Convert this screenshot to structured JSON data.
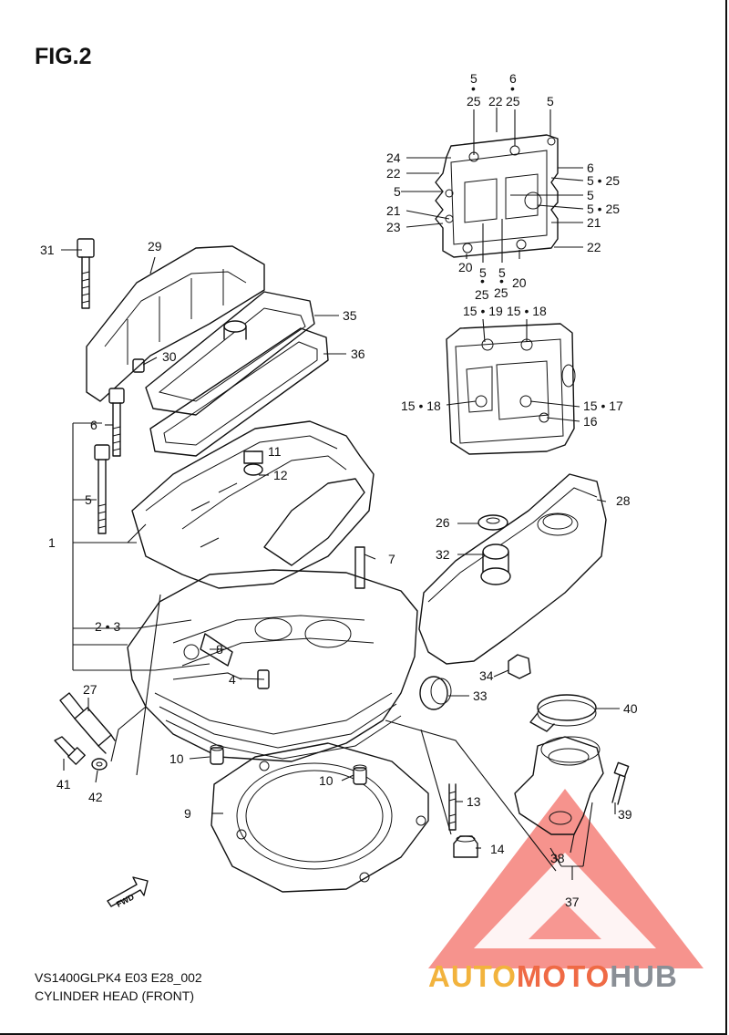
{
  "figure": {
    "title": "FIG.2",
    "model_code": "VS1400GLPK4 E03 E28_002",
    "caption": "CYLINDER HEAD (FRONT)"
  },
  "watermark": {
    "part1": "AUTO",
    "part2": "MOTO",
    "part3": "HUB",
    "colors": {
      "part1": "#f2b33d",
      "part2": "#ef6a45",
      "part3": "#8a8f96",
      "triangle": "#ef3a30"
    }
  },
  "direction_marker": "FWD",
  "callouts": {
    "c1": "1",
    "c23": "2 • 3",
    "c4": "4",
    "c5": "5",
    "c6": "6",
    "c7": "7",
    "c8": "8",
    "c9": "9",
    "c10a": "10",
    "c10b": "10",
    "c11": "11",
    "c12": "12",
    "c13": "13",
    "c14": "14",
    "c26": "26",
    "c27": "27",
    "c28": "28",
    "c29": "29",
    "c30": "30",
    "c31": "31",
    "c32": "32",
    "c33": "33",
    "c34": "34",
    "c35": "35",
    "c36": "36",
    "c37": "37",
    "c38": "38",
    "c39": "39",
    "c40": "40",
    "c41": "41",
    "c42": "42",
    "t5a": "5",
    "t25a": "25",
    "t6": "6",
    "t25b": "25",
    "t22a": "22",
    "t5b": "5",
    "t24": "24",
    "t22b": "22",
    "t5c": "5",
    "t21a": "21",
    "t23": "23",
    "t6r": "6",
    "t525a": "5 • 25",
    "t5r": "5",
    "t525b": "5 • 25",
    "t21r": "21",
    "t22r": "22",
    "t20a": "20",
    "t5d": "5",
    "t25c": "25",
    "t5e": "5",
    "t25d": "25",
    "t20b": "20",
    "h1519": "15 • 19",
    "h1518a": "15 • 18",
    "h1518b": "15 • 18",
    "h1517": "15 • 17",
    "h16": "16"
  }
}
